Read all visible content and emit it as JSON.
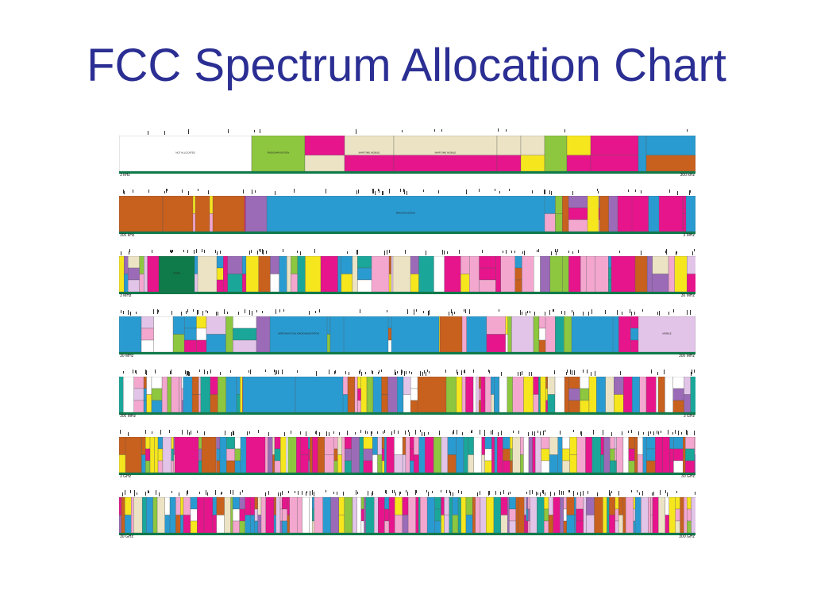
{
  "slide": {
    "title": "FCC Spectrum Allocation Chart"
  },
  "chart": {
    "rows": [
      {
        "start_label": "3 kHz",
        "end_label": "300 kHz"
      },
      {
        "start_label": "300 kHz",
        "end_label": "3 MHz"
      },
      {
        "start_label": "3 MHz",
        "end_label": "30 MHz"
      },
      {
        "start_label": "30 MHz",
        "end_label": "300 MHz"
      },
      {
        "start_label": "300 MHz",
        "end_label": "3 GHz"
      },
      {
        "start_label": "3 GHz",
        "end_label": "30 GHz"
      },
      {
        "start_label": "30 GHz",
        "end_label": "300 GHz"
      }
    ],
    "colors": {
      "magenta": "#e6158c",
      "blue": "#2a9bd0",
      "yellow": "#f5e61e",
      "green": "#8dc63f",
      "orange": "#c8601e",
      "tan": "#ece3c4",
      "pink": "#f3a7cf",
      "purple": "#9b6bb8",
      "darkgreen": "#0f7a4a",
      "lilac": "#e2c4e8",
      "teal": "#1aa79a"
    },
    "labels": {
      "not_allocated": "NOT ALLOCATED",
      "radionavigation": "RADIONAVIGATION",
      "maritime_mobile": "MARITIME MOBILE",
      "aeronautical": "AERONAUTICAL RADIONAVIGATION",
      "broadcasting": "BROADCASTING",
      "fixed": "FIXED",
      "mobile": "MOBILE"
    }
  }
}
